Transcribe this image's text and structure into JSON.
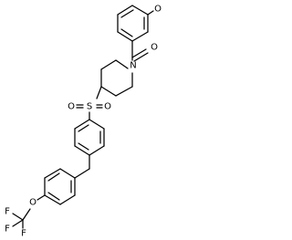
{
  "molecule": {
    "atoms": {
      "methoxy_o": "O",
      "methoxy_c": "",
      "carbonyl_o": "O",
      "piperidine_n": "N",
      "sulfur": "S",
      "sulfonyl_o_left": "O",
      "sulfonyl_o_right": "O",
      "ether_o": "O",
      "f1": "F",
      "f2": "F",
      "f3": "F"
    },
    "colors": {
      "bond": "#000000",
      "label": "#000000",
      "background": "#ffffff"
    }
  }
}
